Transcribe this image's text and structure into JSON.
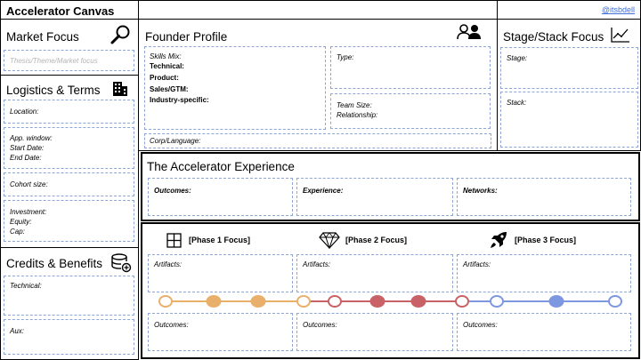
{
  "header": {
    "title": "Accelerator Canvas",
    "handle": "@itsbdell"
  },
  "market_focus": {
    "title": "Market Focus",
    "placeholder": "Thesis/Theme/Market focus"
  },
  "logistics": {
    "title": "Logistics & Terms",
    "location": "Location:",
    "app_window": "App. window:",
    "start_date": "Start Date:",
    "end_date": "End Date:",
    "cohort_size": "Cohort size:",
    "investment": "Investment:",
    "equity": "Equity:",
    "cap": "Cap:"
  },
  "credits": {
    "title": "Credits & Benefits",
    "technical": "Technical:",
    "aux": "Aux:"
  },
  "founder": {
    "title": "Founder Profile",
    "skills_mix": "Skills Mix:",
    "technical": "Technical:",
    "product": "Product:",
    "sales": "Sales/GTM:",
    "industry": "Industry-specific:",
    "type": "Type:",
    "team_size": "Team Size:",
    "relationship": "Relationship:",
    "corp_language": "Corp/Language:"
  },
  "stage": {
    "title": "Stage/Stack Focus",
    "stage": "Stage:",
    "stack": "Stack:"
  },
  "experience": {
    "title": "The Accelerator Experience",
    "outcomes": "Outcomes:",
    "experience": "Experience:",
    "networks": "Networks:"
  },
  "phases": [
    {
      "label": "[Phase 1 Focus]",
      "artifacts": "Artifacts:",
      "outcomes": "Outcomes:",
      "color": "#e8b06b",
      "icon": "grid-icon"
    },
    {
      "label": "[Phase 2 Focus]",
      "artifacts": "Artifacts:",
      "outcomes": "Outcomes:",
      "color": "#c96266",
      "icon": "diamond-icon"
    },
    {
      "label": "[Phase 3 Focus]",
      "artifacts": "Artifacts:",
      "outcomes": "Outcomes:",
      "color": "#7d98e0",
      "icon": "rocket-icon"
    }
  ],
  "colors": {
    "dash_border": "#8ea6d6",
    "link": "#3d6fd6",
    "phase1": "#e8b06b",
    "phase2": "#c96266",
    "phase3": "#7d98e0"
  }
}
